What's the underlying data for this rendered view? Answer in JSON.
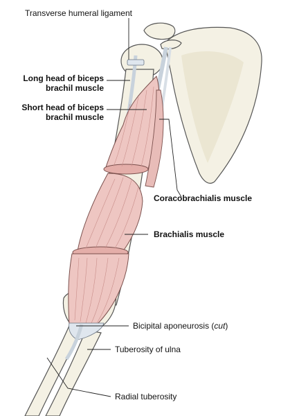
{
  "labels": {
    "transverse_ligament": "Transverse humeral ligament",
    "long_head_line1": "Long head of biceps",
    "long_head_line2": "brachil muscle",
    "short_head_line1": "Short head of biceps",
    "short_head_line2": "brachil muscle",
    "coracobrachialis": "Coracobrachialis muscle",
    "brachialis": "Brachialis muscle",
    "bicipital_main": "Bicipital aponeurosis (",
    "bicipital_cut": "cut",
    "bicipital_close": ")",
    "tuberosity_ulna": "Tuberosity of ulna",
    "radial_tuberosity": "Radial tuberosity"
  },
  "colors": {
    "bone_fill": "#f4f1e4",
    "bone_shade": "#dcd6bf",
    "muscle_fill": "#eec6c2",
    "muscle_stripe": "#c98e8a",
    "tendon": "#dfe6ee",
    "outline": "#555555"
  }
}
